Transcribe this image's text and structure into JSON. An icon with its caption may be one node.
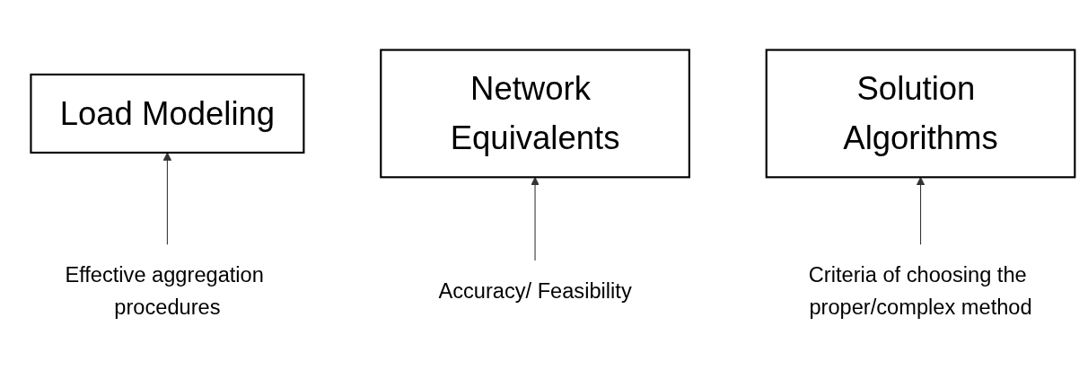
{
  "diagram": {
    "nodes": [
      {
        "text": [
          "Load Modeling"
        ]
      },
      {
        "text": [
          "Network Equivalents"
        ]
      },
      {
        "text": [
          "Solution Algorithms"
        ]
      },
      {
        "text": [
          "Effective aggregation procedures"
        ]
      },
      {
        "text": [
          "Accuracy/ Feasibility"
        ]
      },
      {
        "text": [
          "Criteria of choosing the proper/complex method"
        ]
      }
    ],
    "edges": [
      {
        "from": 3,
        "to": 0,
        "arrow": "to"
      },
      {
        "from": 4,
        "to": 1,
        "arrow": "to"
      },
      {
        "from": 5,
        "to": 2,
        "arrow": "to"
      }
    ]
  }
}
